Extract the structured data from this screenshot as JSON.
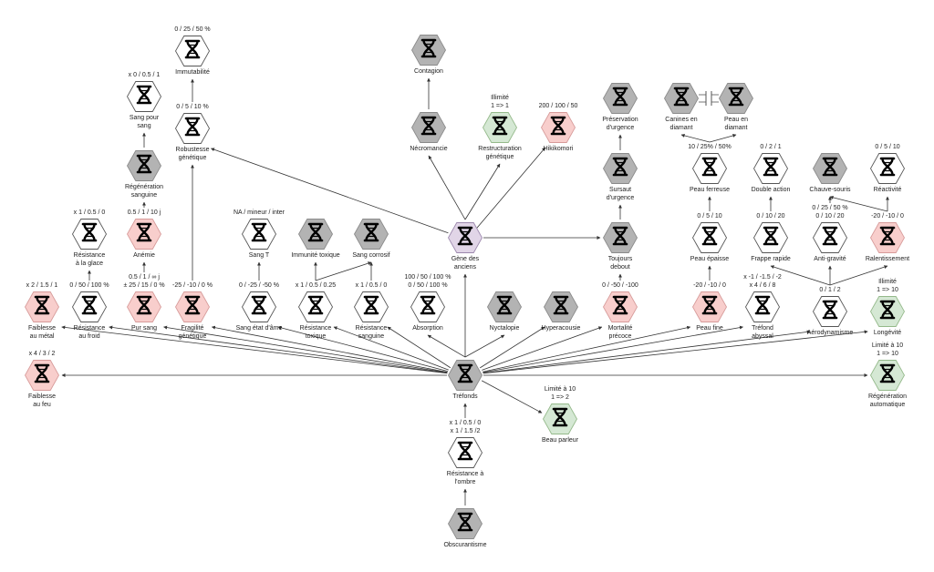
{
  "colors": {
    "locked": "#b3b3b3",
    "normal": "#ffffff",
    "malus": "#f8cecc",
    "unlimited": "#d5e8d4",
    "special": "#e1d5e7",
    "line": "#333333"
  },
  "nodes": [
    {
      "id": "faiblesse_metal",
      "label": "Faiblesse\nau métal",
      "stat": "x 2 / 1.5 / 1",
      "state": "malus"
    },
    {
      "id": "res_froid",
      "label": "Résistance\nau froid",
      "stat": "0 / 50 / 100 %",
      "state": "normal"
    },
    {
      "id": "res_glace",
      "label": "Résistance\nà la glace",
      "stat": "x 1 / 0.5 / 0",
      "state": "normal"
    },
    {
      "id": "pur_sang",
      "label": "Pur sang",
      "stat": "0.5 / 1 / ∞ j\n± 25 / 15 / 0 %",
      "state": "malus"
    },
    {
      "id": "anemie",
      "label": "Anémie",
      "stat": "0.5 / 1 / 10 j",
      "state": "malus"
    },
    {
      "id": "regen_sang",
      "label": "Régénération\nsanguine",
      "stat": "",
      "state": "locked"
    },
    {
      "id": "sang_pour_sang",
      "label": "Sang pour\nsang",
      "stat": "x 0 / 0.5 / 1",
      "state": "normal"
    },
    {
      "id": "fragilite",
      "label": "Fragilité\ngénétique",
      "stat": "-25 / -10 / 0 %",
      "state": "malus"
    },
    {
      "id": "robustesse",
      "label": "Robustesse\ngénétique",
      "stat": "0 / 5 / 10 %",
      "state": "normal"
    },
    {
      "id": "immutabilite",
      "label": "Immutabilité",
      "stat": "0 / 25 / 50 %",
      "state": "normal"
    },
    {
      "id": "sang_etat",
      "label": "Sang état d'âme",
      "stat": "0 / -25 / -50 %",
      "state": "normal"
    },
    {
      "id": "sang_t",
      "label": "Sang T",
      "stat": "NA / mineur / inter",
      "state": "normal"
    },
    {
      "id": "res_toxique",
      "label": "Résistance\ntoxique",
      "stat": "x 1 / 0.5 / 0.25",
      "state": "normal"
    },
    {
      "id": "immunite",
      "label": "Immunité toxique",
      "stat": "",
      "state": "locked"
    },
    {
      "id": "sang_corrosif",
      "label": "Sang corrosif",
      "stat": "",
      "state": "locked"
    },
    {
      "id": "res_sanguine",
      "label": "Résistance\nsanguine",
      "stat": "x 1 / 0.5 / 0",
      "state": "normal"
    },
    {
      "id": "absorption",
      "label": "Absorption",
      "stat": "100 / 50 / 100 %\n0 / 50 / 100 %",
      "state": "normal"
    },
    {
      "id": "gene",
      "label": "Gène des\nanciens",
      "stat": "",
      "state": "special"
    },
    {
      "id": "necromancie",
      "label": "Nécromancie",
      "stat": "",
      "state": "locked"
    },
    {
      "id": "contagion",
      "label": "Contagion",
      "stat": "",
      "state": "locked"
    },
    {
      "id": "restructuration",
      "label": "Restructuration\ngénétique",
      "stat": "Illimité\n1 => 1",
      "state": "unlimited"
    },
    {
      "id": "hikikomori",
      "label": "Hikikomori",
      "stat": "200 / 100 / 50",
      "state": "malus"
    },
    {
      "id": "nyctalopie",
      "label": "Nyctalopie",
      "stat": "",
      "state": "locked"
    },
    {
      "id": "hyperacousie",
      "label": "Hyperacousie",
      "stat": "",
      "state": "locked"
    },
    {
      "id": "mortalite",
      "label": "Mortalité\nprécoce",
      "stat": "0 / -50 / -100",
      "state": "malus"
    },
    {
      "id": "toujours_debout",
      "label": "Toujours\ndebout",
      "stat": "",
      "state": "locked"
    },
    {
      "id": "sursaut",
      "label": "Sursaut\nd'urgence",
      "stat": "",
      "state": "locked"
    },
    {
      "id": "preservation",
      "label": "Préservation\nd'urgence",
      "stat": "",
      "state": "locked"
    },
    {
      "id": "canines",
      "label": "Canines en\ndiamant",
      "stat": "",
      "state": "locked"
    },
    {
      "id": "peau_diamant",
      "label": "Peau en\ndiamant",
      "stat": "",
      "state": "locked"
    },
    {
      "id": "peau_ferreuse",
      "label": "Peau ferreuse",
      "stat": "10 / 25% / 50%",
      "state": "normal"
    },
    {
      "id": "peau_epaisse",
      "label": "Peau épaisse",
      "stat": "0 / 5 / 10",
      "state": "normal"
    },
    {
      "id": "peau_fine",
      "label": "Peau fine",
      "stat": "-20 / -10 / 0",
      "state": "malus"
    },
    {
      "id": "trefond",
      "label": "Tréfond\nabyssal",
      "stat": "x -1 / -1.5 / -2\nx 4 / 6 / 8",
      "state": "normal"
    },
    {
      "id": "double_action",
      "label": "Double action",
      "stat": "0 / 2 / 1",
      "state": "normal"
    },
    {
      "id": "frappe",
      "label": "Frappe rapide",
      "stat": "0 / 10 / 20",
      "state": "normal"
    },
    {
      "id": "chauve",
      "label": "Chauve-souris",
      "stat": "",
      "state": "locked"
    },
    {
      "id": "anti_grav",
      "label": "Anti-gravité",
      "stat": "0 / 25 / 50 %\n0 / 10 / 20",
      "state": "normal"
    },
    {
      "id": "aerodynamisme",
      "label": "Aérodynamisme",
      "stat": "0 / 1 / 2",
      "state": "normal"
    },
    {
      "id": "reactivite",
      "label": "Réactivité",
      "stat": "0 / 5 / 10",
      "state": "normal"
    },
    {
      "id": "ralentissement",
      "label": "Ralentissement",
      "stat": "-20 / -10 / 0",
      "state": "malus"
    },
    {
      "id": "longevite",
      "label": "Longévité",
      "stat": "Illimité\n1 => 10",
      "state": "unlimited"
    },
    {
      "id": "regen_auto",
      "label": "Régénération\nautomatique",
      "stat": "Limité à 10\n1 => 10",
      "state": "unlimited"
    },
    {
      "id": "faiblesse_feu",
      "label": "Faiblesse\nau feu",
      "stat": "x 4 / 3 / 2",
      "state": "malus"
    },
    {
      "id": "trefonds",
      "label": "Tréfonds",
      "stat": "",
      "state": "locked"
    },
    {
      "id": "beau_parleur",
      "label": "Beau parleur",
      "stat": "Limité à 10\n1 => 2",
      "state": "unlimited"
    },
    {
      "id": "res_ombre",
      "label": "Résistance à\nl'ombre",
      "stat": "x 1 / 0.5 / 0\nx 1 / 1.5 /2",
      "state": "normal"
    },
    {
      "id": "obscurantisme",
      "label": "Obscurantisme",
      "stat": "",
      "state": "locked"
    }
  ],
  "edges": [
    [
      "trefonds",
      "faiblesse_metal"
    ],
    [
      "trefonds",
      "res_froid"
    ],
    [
      "trefonds",
      "pur_sang"
    ],
    [
      "trefonds",
      "fragilite"
    ],
    [
      "trefonds",
      "sang_etat"
    ],
    [
      "trefonds",
      "res_toxique"
    ],
    [
      "trefonds",
      "res_sanguine"
    ],
    [
      "trefonds",
      "absorption"
    ],
    [
      "trefonds",
      "gene"
    ],
    [
      "trefonds",
      "nyctalopie"
    ],
    [
      "trefonds",
      "hyperacousie"
    ],
    [
      "trefonds",
      "mortalite"
    ],
    [
      "trefonds",
      "peau_fine"
    ],
    [
      "trefonds",
      "trefond"
    ],
    [
      "trefonds",
      "aerodynamisme"
    ],
    [
      "trefonds",
      "longevite"
    ],
    [
      "trefonds",
      "faiblesse_feu"
    ],
    [
      "trefonds",
      "regen_auto"
    ],
    [
      "trefonds",
      "beau_parleur"
    ],
    [
      "res_ombre",
      "trefonds"
    ],
    [
      "obscurantisme",
      "res_ombre"
    ],
    [
      "res_froid",
      "res_glace"
    ],
    [
      "pur_sang",
      "anemie"
    ],
    [
      "anemie",
      "regen_sang"
    ],
    [
      "regen_sang",
      "sang_pour_sang"
    ],
    [
      "fragilite",
      "robustesse"
    ],
    [
      "robustesse",
      "immutabilite"
    ],
    [
      "sang_etat",
      "sang_t"
    ],
    [
      "res_toxique",
      "immunite"
    ],
    [
      "res_toxique",
      "sang_corrosif"
    ],
    [
      "res_sanguine",
      "sang_corrosif"
    ],
    [
      "gene",
      "robustesse"
    ],
    [
      "gene",
      "necromancie"
    ],
    [
      "necromancie",
      "contagion"
    ],
    [
      "gene",
      "restructuration"
    ],
    [
      "gene",
      "hikikomori"
    ],
    [
      "gene",
      "toujours_debout"
    ],
    [
      "mortalite",
      "toujours_debout"
    ],
    [
      "toujours_debout",
      "sursaut"
    ],
    [
      "sursaut",
      "preservation"
    ],
    [
      "peau_fine",
      "peau_epaisse"
    ],
    [
      "peau_epaisse",
      "peau_ferreuse"
    ],
    [
      "peau_ferreuse",
      "canines"
    ],
    [
      "peau_ferreuse",
      "peau_diamant"
    ],
    [
      "aerodynamisme",
      "frappe"
    ],
    [
      "aerodynamisme",
      "anti_grav"
    ],
    [
      "aerodynamisme",
      "ralentissement"
    ],
    [
      "frappe",
      "double_action"
    ],
    [
      "anti_grav",
      "chauve"
    ],
    [
      "ralentissement",
      "chauve"
    ],
    [
      "ralentissement",
      "reactivite"
    ]
  ],
  "exclusive_links": [
    [
      "canines",
      "peau_diamant"
    ]
  ]
}
